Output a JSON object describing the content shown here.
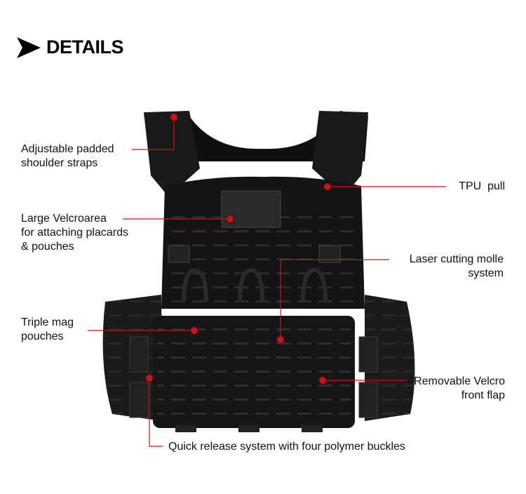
{
  "header": {
    "title": "DETAILS",
    "icon": "arrow-right-icon"
  },
  "colors": {
    "accent": "#c8141e",
    "vest": "#141414"
  },
  "callouts": [
    {
      "id": "shoulder",
      "lines": [
        "Adjustable padded",
        "shoulder straps"
      ]
    },
    {
      "id": "tpu",
      "lines": [
        "TPU  pull"
      ]
    },
    {
      "id": "velcro-area",
      "lines": [
        "Large Velcroarea",
        "for attaching placards",
        "& pouches"
      ]
    },
    {
      "id": "molle",
      "lines": [
        "Laser cutting molle",
        "system"
      ]
    },
    {
      "id": "mag",
      "lines": [
        "Triple mag",
        "pouches"
      ]
    },
    {
      "id": "flap",
      "lines": [
        "Removable Velcro",
        "front flap"
      ]
    },
    {
      "id": "buckles",
      "lines": [
        "Quick release system with four polymer buckles"
      ]
    }
  ]
}
